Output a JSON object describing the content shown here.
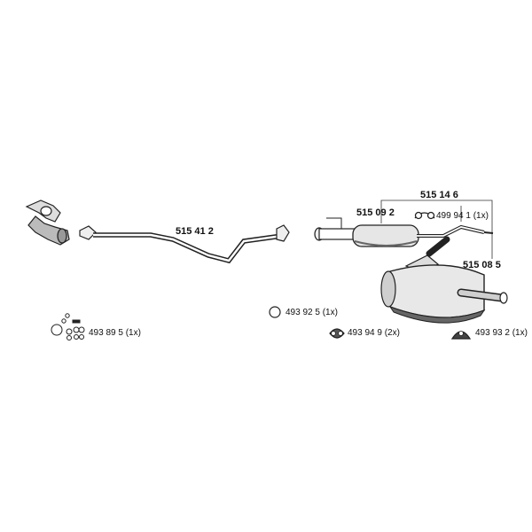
{
  "parts": {
    "front_pipe": "515 41 2",
    "assembly": "515 14 6",
    "middle_silencer": "515 09 2",
    "rear_silencer": "515 08 5"
  },
  "accessories": {
    "hanger_a": "499 94 1",
    "hanger_a_qty": "(1x)",
    "mount_kit": "493 89 5",
    "mount_kit_qty": "(1x)",
    "ring": "493 92 5",
    "ring_qty": "(1x)",
    "rubber_mount": "493 94 9",
    "rubber_mount_qty": "(2x)",
    "bracket": "493 93 2",
    "bracket_qty": "(1x)"
  },
  "icons": [
    "catalyst-icon",
    "ring-icon",
    "hanger-icon",
    "rubber-mount-icon",
    "bracket-icon",
    "mount-kit-icon"
  ]
}
